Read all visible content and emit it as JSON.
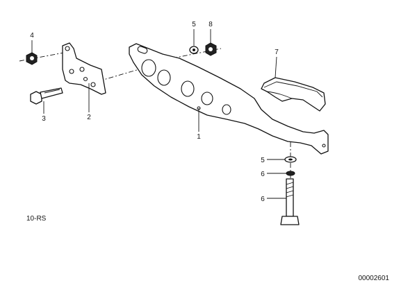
{
  "callouts": [
    {
      "number": "4"
    },
    {
      "number": "5"
    },
    {
      "number": "8"
    },
    {
      "number": "7"
    },
    {
      "number": "3"
    },
    {
      "number": "2"
    },
    {
      "number": "1"
    },
    {
      "number": "5"
    },
    {
      "number": "6"
    },
    {
      "number": "6"
    }
  ],
  "diagram_code": "10-RS",
  "image_number": "00002601"
}
